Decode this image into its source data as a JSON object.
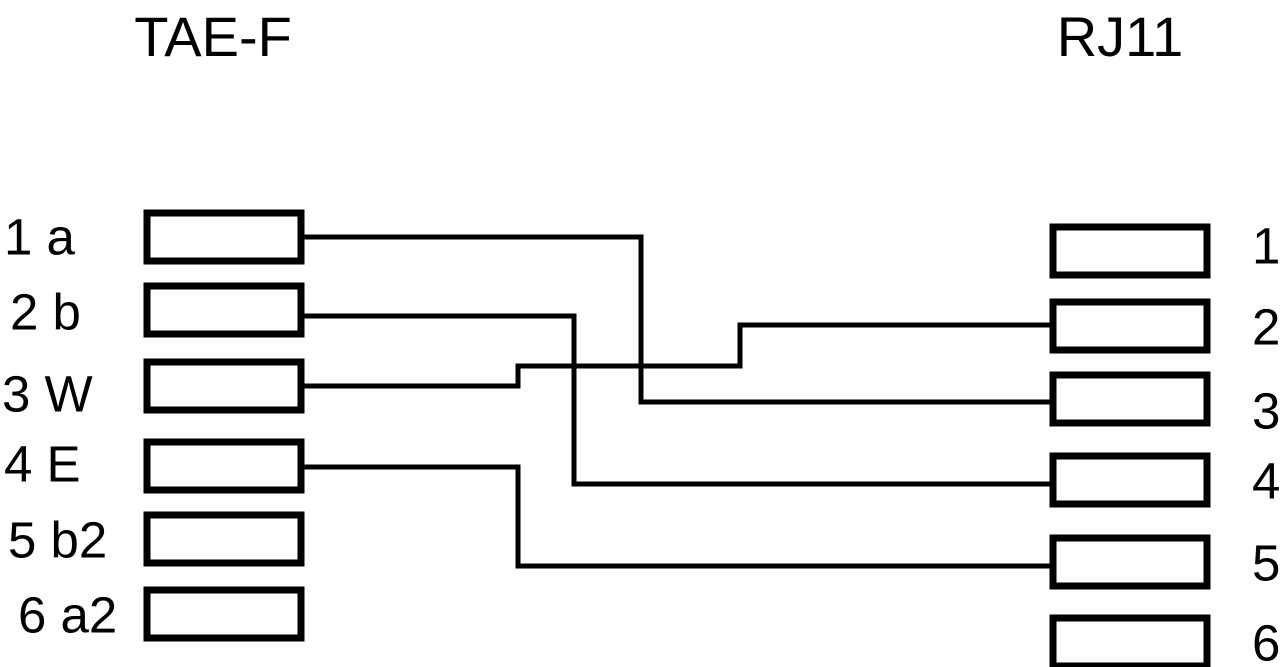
{
  "diagram": {
    "left_connector": {
      "title": "TAE-F",
      "pins": [
        {
          "label": "1 a"
        },
        {
          "label": "2 b"
        },
        {
          "label": "3 W"
        },
        {
          "label": "4 E"
        },
        {
          "label": "5 b2"
        },
        {
          "label": "6 a2"
        }
      ]
    },
    "right_connector": {
      "title": "RJ11",
      "pins": [
        {
          "label": "1"
        },
        {
          "label": "2"
        },
        {
          "label": "3"
        },
        {
          "label": "4"
        },
        {
          "label": "5"
        },
        {
          "label": "6"
        }
      ]
    },
    "connections": [
      {
        "from_pin": "1 a",
        "to_pin": "3"
      },
      {
        "from_pin": "2 b",
        "to_pin": "4"
      },
      {
        "from_pin": "3 W",
        "to_pin": "2"
      },
      {
        "from_pin": "4 E",
        "to_pin": "5"
      }
    ],
    "colors": {
      "line": "#000000",
      "background": "#ffffff"
    }
  }
}
